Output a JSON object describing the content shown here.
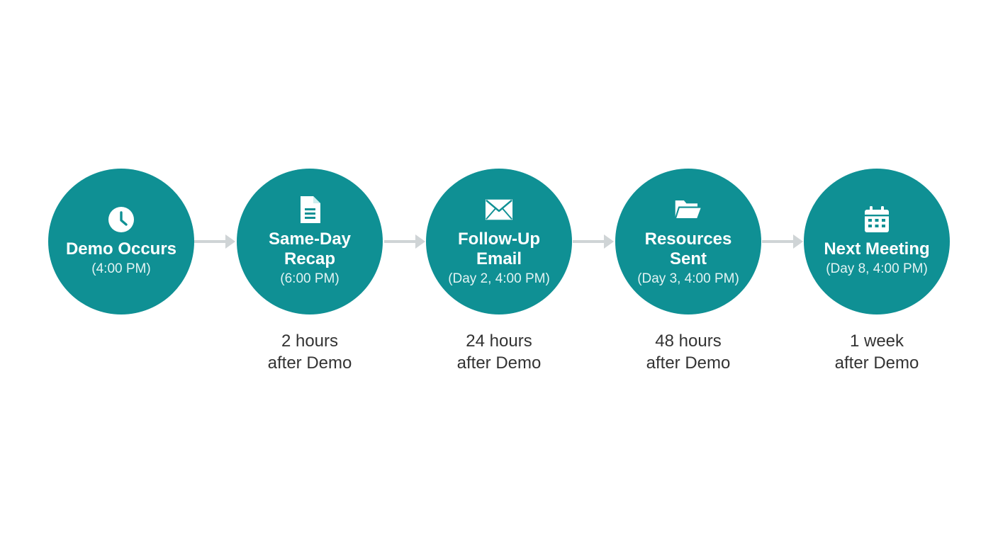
{
  "steps": [
    {
      "icon": "clock-icon",
      "title": "Demo Occurs",
      "time": "(4:00 PM)",
      "caption_line1": "",
      "caption_line2": ""
    },
    {
      "icon": "document-icon",
      "title": "Same-Day Recap",
      "time": "(6:00 PM)",
      "caption_line1": "2 hours",
      "caption_line2": "after Demo"
    },
    {
      "icon": "envelope-icon",
      "title": "Follow-Up Email",
      "time": "(Day 2, 4:00 PM)",
      "caption_line1": "24 hours",
      "caption_line2": "after Demo"
    },
    {
      "icon": "folder-icon",
      "title": "Resources Sent",
      "time": "(Day 3, 4:00 PM)",
      "caption_line1": "48 hours",
      "caption_line2": "after Demo"
    },
    {
      "icon": "calendar-icon",
      "title": "Next Meeting",
      "time": "(Day 8, 4:00 PM)",
      "caption_line1": "1 week",
      "caption_line2": "after Demo"
    }
  ],
  "colors": {
    "circle": "#0f9094",
    "arrow": "#cfd4d6",
    "caption_text": "#333333",
    "background": "#ffffff"
  }
}
